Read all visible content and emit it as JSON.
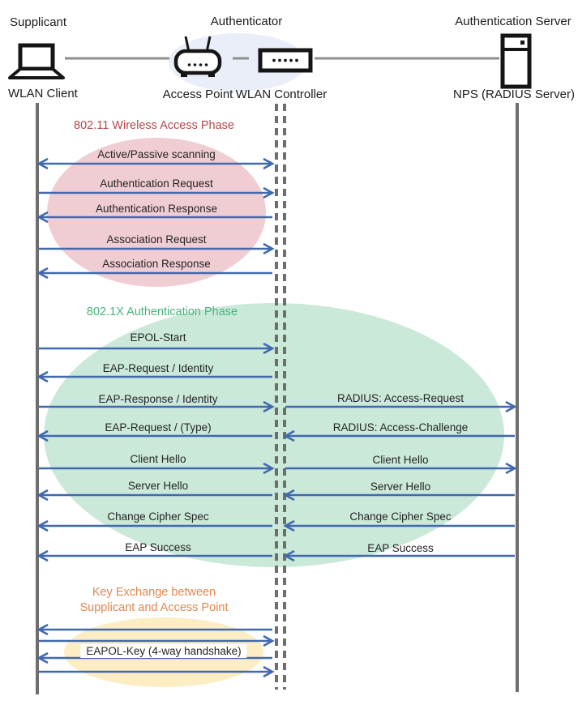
{
  "header": {
    "supplicant_role": "Supplicant",
    "authenticator_role": "Authenticator",
    "auth_server_role": "Authentication Server",
    "wlan_client": "WLAN Client",
    "access_point": "Access Point",
    "wlan_controller": "WLAN Controller",
    "nps_server": "NPS (RADIUS Server)",
    "icons": [
      "laptop-icon",
      "access-point-icon",
      "wlan-controller-icon",
      "server-icon"
    ]
  },
  "phase1": {
    "title": "802.11 Wireless Access Phase",
    "title_color": "#b4474b",
    "ellipse_color": "#f0cdd3",
    "messages": [
      {
        "label": "Active/Passive scanning",
        "direction": "both"
      },
      {
        "label": "Authentication Request",
        "direction": "right"
      },
      {
        "label": "Authentication Response",
        "direction": "left"
      },
      {
        "label": "Association Request",
        "direction": "right"
      },
      {
        "label": "Association Response",
        "direction": "left"
      }
    ]
  },
  "phase2": {
    "title": "802.1X Authentication Phase",
    "title_color": "#46b57e",
    "ellipse_color": "#cbe9d9",
    "client_messages": [
      {
        "label": "EPOL-Start",
        "direction": "right"
      },
      {
        "label": "EAP-Request / Identity",
        "direction": "left"
      },
      {
        "label": "EAP-Response / Identity",
        "direction": "right"
      },
      {
        "label": "EAP-Request / (Type)",
        "direction": "left"
      },
      {
        "label": "Client Hello",
        "direction": "right"
      },
      {
        "label": "Server Hello",
        "direction": "left"
      },
      {
        "label": "Change Cipher Spec",
        "direction": "left"
      },
      {
        "label": "EAP Success",
        "direction": "left"
      }
    ],
    "server_messages": [
      {
        "label": "RADIUS: Access-Request",
        "direction": "right"
      },
      {
        "label": "RADIUS: Access-Challenge",
        "direction": "left"
      },
      {
        "label": "Client Hello",
        "direction": "right"
      },
      {
        "label": "Server Hello",
        "direction": "left"
      },
      {
        "label": "Change Cipher Spec",
        "direction": "left"
      },
      {
        "label": "EAP Success",
        "direction": "left"
      }
    ]
  },
  "phase3": {
    "title_line1": "Key Exchange between",
    "title_line2": "Supplicant and Access Point",
    "title_color": "#e1874e",
    "ellipse_color": "#fdedc4",
    "messages": [
      {
        "label": "EAPOL-Key (4-way handshake)",
        "direction": "both",
        "arrow_count": 4
      }
    ]
  },
  "colors": {
    "arrow": "#4169ae",
    "lifeline": "#6e6e6e",
    "connector": "#8f8f8f",
    "text": "#242424",
    "authenticator_ellipse": "#eaeef8"
  }
}
